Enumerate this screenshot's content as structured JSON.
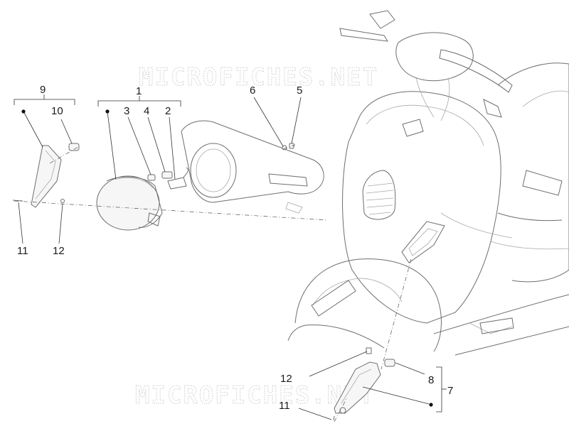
{
  "watermark": {
    "top_text": "MICROFICHES.NET",
    "bottom_text": "MICROFICHES.NET"
  },
  "callouts": {
    "c1": "1",
    "c2": "2",
    "c3": "3",
    "c4": "4",
    "c5": "5",
    "c6": "6",
    "c7": "7",
    "c8": "8",
    "c9": "9",
    "c10": "10",
    "c11_left": "11",
    "c12_left": "12",
    "c11_bottom": "11",
    "c12_bottom": "12"
  }
}
